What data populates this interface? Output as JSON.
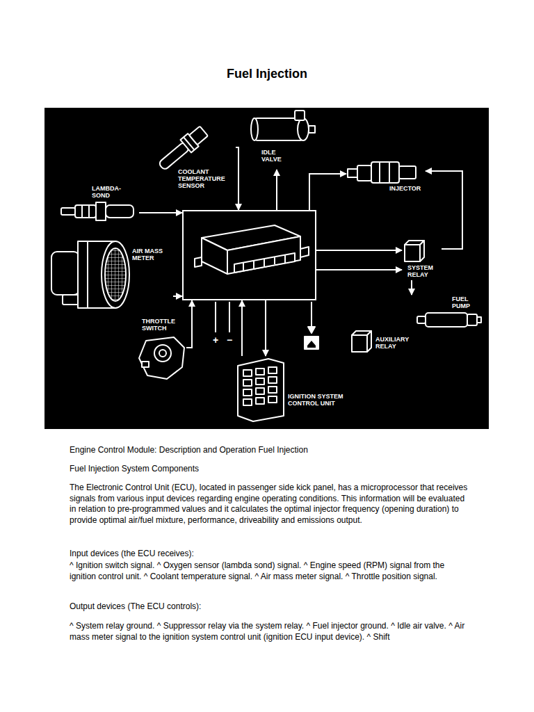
{
  "diagram": {
    "title": "Fuel Injection",
    "nodes": [
      {
        "text": [
          "IDLE VALVE"
        ]
      },
      {
        "text": [
          "COOLANT TEMPERATURE SENSOR"
        ]
      },
      {
        "text": [
          "INJECTOR"
        ]
      },
      {
        "text": [
          "LAMBDA- SOND"
        ]
      },
      {
        "text": []
      },
      {
        "text": [
          "AIR MASS METER"
        ]
      },
      {
        "text": [
          "SYSTEM RELAY"
        ]
      },
      {
        "text": [
          "FUEL PUMP"
        ]
      },
      {
        "text": [
          "THROTTLE SWITCH"
        ]
      },
      {
        "text": [
          "AUXILIARY RELAY"
        ]
      },
      {
        "text": [
          "IGNITION SYSTEM CONTROL UNIT"
        ]
      }
    ],
    "edges": [
      {
        "from": 1,
        "to": 4,
        "arrow": "to"
      },
      {
        "from": 4,
        "to": 0,
        "arrow": "to"
      },
      {
        "from": 4,
        "to": 2,
        "arrow": "to"
      },
      {
        "from": 3,
        "to": 4,
        "arrow": "to"
      },
      {
        "from": 5,
        "to": 4,
        "arrow": "to"
      },
      {
        "from": 4,
        "to": 6,
        "arrow": "to"
      },
      {
        "from": 4,
        "to": 6,
        "arrow": "to"
      },
      {
        "from": 6,
        "to": 2,
        "arrow": "to"
      },
      {
        "from": 6,
        "to": 7,
        "arrow": "to"
      },
      {
        "from": 8,
        "to": 4,
        "arrow": "to"
      },
      {
        "from": 10,
        "to": 4,
        "arrow": "to"
      },
      {
        "from": 4,
        "to": 10,
        "arrow": "to"
      }
    ],
    "labels": [
      "+",
      "−",
      "Engine Control Module: Description and Operation Fuel Injection",
      "Fuel Injection System Components",
      "The Electronic Control Unit (ECU), located in passenger side kick panel, has a microprocessor that receives signals from various input devices regarding engine operating conditions. This information will be evaluated in relation to pre-programmed values and it calculates the optimal injector frequency (opening duration) to provide optimal air/fuel mixture, performance, driveability and emissions output.",
      "Input devices (the ECU receives):",
      "^ Ignition switch signal. ^ Oxygen sensor (lambda sond) signal. ^ Engine speed (RPM) signal from the ignition control unit. ^ Coolant temperature signal. ^ Air mass meter signal. ^ Throttle position signal.",
      "Output devices (The ECU controls):",
      "^ System relay ground. ^ Suppressor relay via the system relay. ^ Fuel injector ground. ^ Idle air valve. ^ Air mass meter signal to the ignition system control unit (ignition ECU input device). ^ Shift"
    ]
  }
}
